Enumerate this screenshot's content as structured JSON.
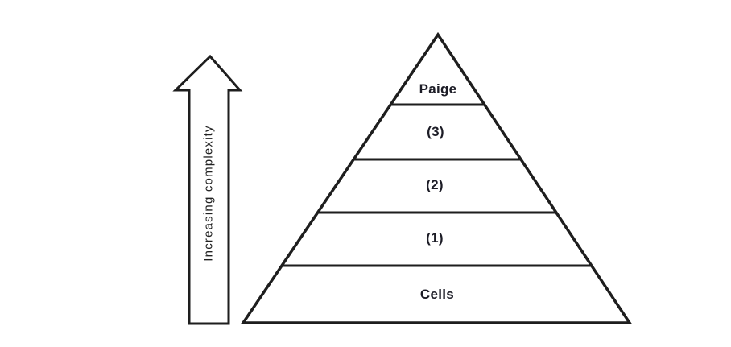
{
  "arrow": {
    "label": "Increasing complexity"
  },
  "pyramid": {
    "levels": [
      {
        "label": "Paige"
      },
      {
        "label": "(3)"
      },
      {
        "label": "(2)"
      },
      {
        "label": "(1)"
      },
      {
        "label": "Cells"
      }
    ]
  },
  "colors": {
    "background": "#ffffff",
    "shape_fill": "#ffffff",
    "line": "#1e1e1e",
    "label_text": "#1c1c26"
  }
}
